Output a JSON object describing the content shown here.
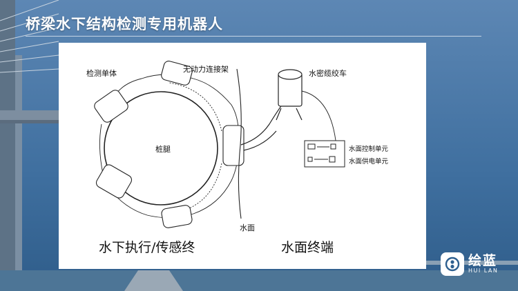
{
  "slide": {
    "title": "桥梁水下结构检测专用机器人"
  },
  "diagram": {
    "labels": {
      "detect_unit": "检测单体",
      "linkage": "无动力连接架",
      "cable_winch": "水密缆绞车",
      "pile": "桩腿",
      "water_surface": "水面",
      "control_unit": "水面控制单元",
      "power_unit": "水面供电单元"
    },
    "captions": {
      "underwater": "水下执行/传感终",
      "surface": "水面终端"
    }
  },
  "logo": {
    "name_cn": "绘蓝",
    "name_en": "HUI LAN"
  }
}
